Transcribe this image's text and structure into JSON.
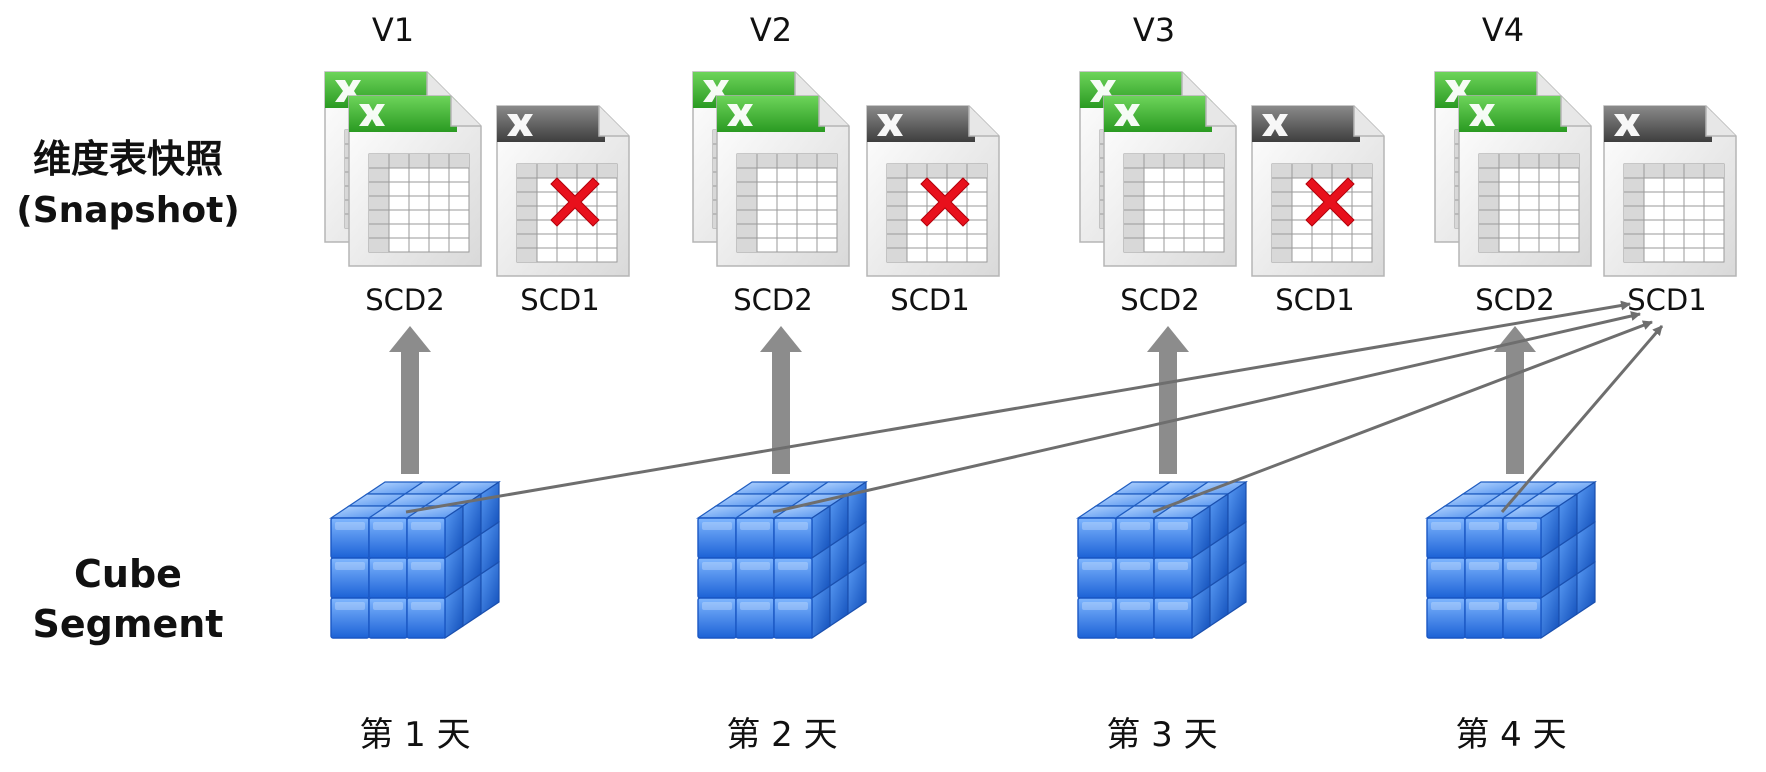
{
  "rows": {
    "snapshot": {
      "line1": "维度表快照",
      "line2": "(Snapshot)"
    },
    "segment": {
      "line1": "Cube",
      "line2": "Segment"
    }
  },
  "versions": [
    {
      "label": "V1",
      "scd2": "SCD2",
      "scd1": "SCD1",
      "scd1_deleted": true
    },
    {
      "label": "V2",
      "scd2": "SCD2",
      "scd1": "SCD1",
      "scd1_deleted": true
    },
    {
      "label": "V3",
      "scd2": "SCD2",
      "scd1": "SCD1",
      "scd1_deleted": true
    },
    {
      "label": "V4",
      "scd2": "SCD2",
      "scd1": "SCD1",
      "scd1_deleted": false
    }
  ],
  "days": [
    "第 1 天",
    "第 2 天",
    "第 3 天",
    "第 4 天"
  ],
  "colors": {
    "excel_green": "#3aa830",
    "excel_gray": "#555555",
    "cube_blue": "#2f7fe8",
    "delete_red": "#e8101c",
    "arrow_gray": "#8c8c8c",
    "line_gray": "#6e6e6e"
  },
  "icons": {
    "sheet": "spreadsheet-icon",
    "cube": "cube-icon",
    "delete": "red-x-icon"
  }
}
